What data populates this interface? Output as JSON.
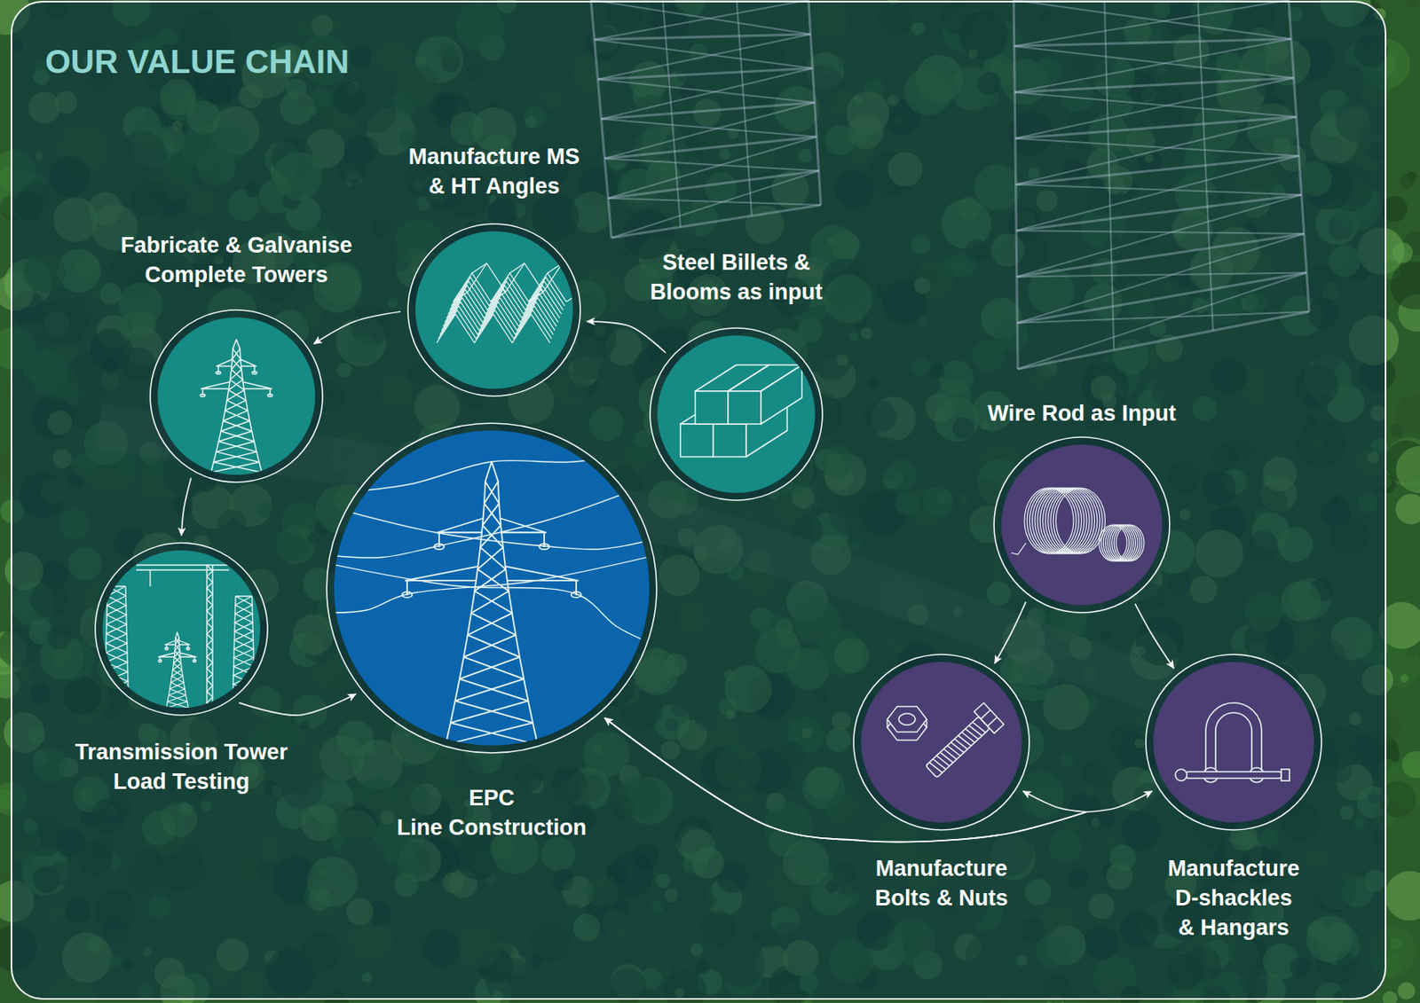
{
  "diagram": {
    "title": "OUR VALUE CHAIN",
    "nodes": [
      {
        "text": [
          "Steel Billets & Blooms as input"
        ]
      },
      {
        "text": [
          "Manufacture MS & HT Angles"
        ]
      },
      {
        "text": [
          "Fabricate & Galvanise Complete Towers"
        ]
      },
      {
        "text": [
          "Transmission Tower Load Testing"
        ]
      },
      {
        "text": [
          "EPC Line Construction"
        ]
      },
      {
        "text": [
          "Wire Rod as Input"
        ]
      },
      {
        "text": [
          "Manufacture Bolts & Nuts"
        ]
      },
      {
        "text": [
          "Manufacture D-shackles & Hangars"
        ]
      }
    ],
    "edges": [
      {
        "from": 0,
        "to": 1,
        "arrow": "to"
      },
      {
        "from": 1,
        "to": 2,
        "arrow": "to"
      },
      {
        "from": 2,
        "to": 3,
        "arrow": "to"
      },
      {
        "from": 3,
        "to": 4,
        "arrow": "to"
      },
      {
        "from": 5,
        "to": 6,
        "arrow": "to"
      },
      {
        "from": 5,
        "to": 7,
        "arrow": "to"
      },
      {
        "from": 6,
        "to": 4,
        "arrow": "both"
      },
      {
        "from": 7,
        "to": 4,
        "arrow": "both"
      }
    ]
  }
}
